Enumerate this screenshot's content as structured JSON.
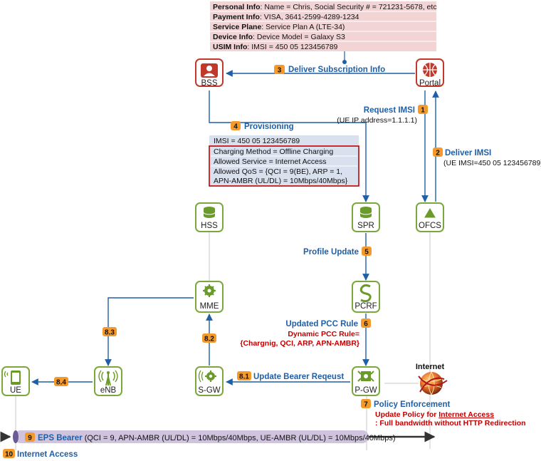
{
  "subscriber_info": [
    {
      "key": "Personal Info",
      "value": ": Name = Chris, Social Security # = 721231-5678, etc"
    },
    {
      "key": "Payment Info",
      "value": ": VISA, 3641-2599-4289-1234"
    },
    {
      "key": "Service Plane",
      "value": ": Service Plan A (LTE-34)"
    },
    {
      "key": "Device Info",
      "value": ": Device Model = Galaxy S3"
    },
    {
      "key": "USIM Info",
      "value": ": IMSI = 450 05 123456789"
    }
  ],
  "nodes": {
    "bss": "BSS",
    "portal": "Portal",
    "hss": "HSS",
    "spr": "SPR",
    "ofcs": "OFCS",
    "mme": "MME",
    "pcrf": "PCRF",
    "ue": "UE",
    "enb": "eNB",
    "sgw": "S-GW",
    "pgw": "P-GW",
    "internet": "Internet"
  },
  "steps": {
    "s1": {
      "num": "1",
      "label": "Request IMSI",
      "sub": "(UE IP address=1.1.1.1)"
    },
    "s2": {
      "num": "2",
      "label": "Deliver IMSI",
      "sub": "(UE IMSI=450 05 123456789)"
    },
    "s3": {
      "num": "3",
      "label": "Deliver Subscription Info"
    },
    "s4": {
      "num": "4",
      "label": "Provisioning"
    },
    "s5": {
      "num": "5",
      "label": "Profile Update"
    },
    "s6": {
      "num": "6",
      "label": "Updated PCC Rule",
      "red1": "Dynamic PCC Rule=",
      "red2": "{Chargnig, QCI, ARP, APN-AMBR}"
    },
    "s7": {
      "num": "7",
      "label": "Policy Enforcement",
      "red_prefix": "Update Policy for ",
      "red_underlined": "Internet Access",
      "red2": ": Full bandwidth without HTTP Redirection"
    },
    "s81": {
      "num": "8.1",
      "label": "Update Bearer Reqeust"
    },
    "s82": {
      "num": "8.2"
    },
    "s83": {
      "num": "8.3"
    },
    "s84": {
      "num": "8.4"
    },
    "s9": {
      "num": "9",
      "label": "EPS Bearer",
      "detail": " (QCI = 9, APN-AMBR (UL/DL) = 10Mbps/40Mbps, UE-AMBR (UL/DL) = 10Mbps/40Mbps)"
    },
    "s10": {
      "num": "10",
      "label": "Internet Access"
    }
  },
  "provisioning_box": {
    "imsi": "IMSI = 450 05 123456789",
    "charging": "Charging Method = Offline Charging",
    "service": "Allowed Service = Internet Access",
    "qos1": "Allowed QoS = {QCI = 9(BE), ARP = 1,",
    "qos2": "APN-AMBR (UL/DL) = 10Mbps/40Mbps}"
  },
  "colors": {
    "accent_blue": "#1f5fa6",
    "highlight_red": "#c00000",
    "step_badge": "#f39a2b",
    "green_node_border": "#7aa83c",
    "red_node_border": "#c0392b",
    "info_box_fill": "#f2d4d4",
    "prov_box_fill": "#d9e1ef",
    "bearer_fill": "#cfc3dd"
  }
}
